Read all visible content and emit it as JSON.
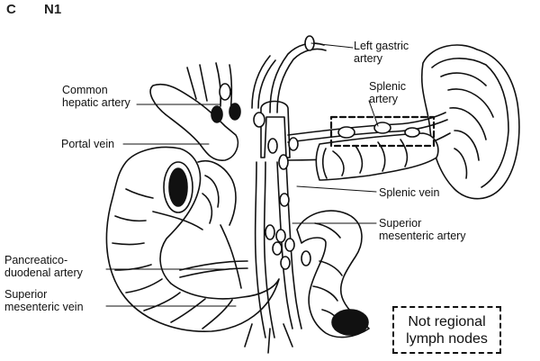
{
  "panel": {
    "letter": "C",
    "stage": "N1"
  },
  "labels": {
    "left_gastric_artery": "Left gastric\nartery",
    "splenic_artery": "Splenic\nartery",
    "common_hepatic_artery": "Common\nhepatic artery",
    "portal_vein": "Portal vein",
    "splenic_vein": "Splenic vein",
    "superior_mesenteric_artery": "Superior\nmesenteric artery",
    "pancreaticoduodenal_artery": "Pancreatico-\nduodenal artery",
    "superior_mesenteric_vein": "Superior\nmesenteric vein"
  },
  "legend": {
    "text": "Not regional\nlymph nodes"
  },
  "colors": {
    "ink": "#111111",
    "node_fill": "#ffffff",
    "black_node": "#111111",
    "background": "#ffffff"
  }
}
